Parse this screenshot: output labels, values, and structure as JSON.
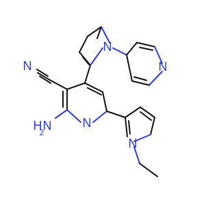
{
  "molecule": {
    "labels": {
      "pyrrole_n_top": "N",
      "pyridine_n_right": "N",
      "nitrile_n": "N",
      "amino_n": "N",
      "amino_h": "H",
      "amino_h_sub": "2",
      "pyridine_n_center": "N",
      "pyrrole_n_bottom": "N"
    }
  },
  "colors": {
    "bond": "#111111",
    "heteroatom": "#2b3bd6",
    "background": "#ffffff"
  }
}
